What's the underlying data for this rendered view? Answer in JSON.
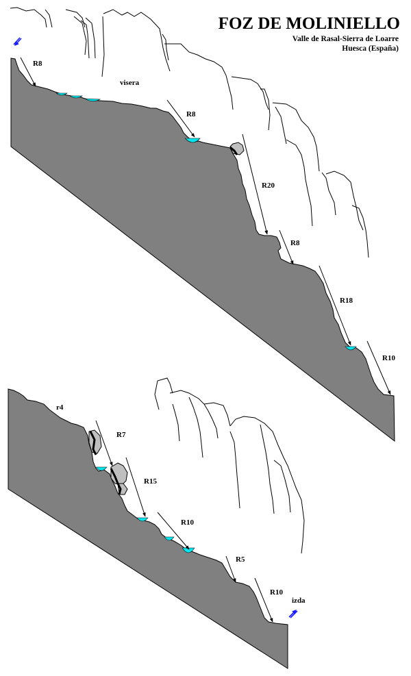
{
  "header": {
    "title": "FOZ DE MOLINIELLO",
    "subtitle_1": "Valle de Rasal-Sierra de Loarre",
    "subtitle_2": "Huesca (España)"
  },
  "labels": {
    "visera": "visera",
    "izda": "izda"
  },
  "rappels": [
    {
      "id": "r8-a",
      "label": "R8"
    },
    {
      "id": "r8-b",
      "label": "R8"
    },
    {
      "id": "r20",
      "label": "R20"
    },
    {
      "id": "r8-c",
      "label": "R8"
    },
    {
      "id": "r18",
      "label": "R18"
    },
    {
      "id": "r10-a",
      "label": "R10"
    },
    {
      "id": "r4",
      "label": "r4"
    },
    {
      "id": "r7",
      "label": "R7"
    },
    {
      "id": "r15",
      "label": "R15"
    },
    {
      "id": "r10-b",
      "label": "R10"
    },
    {
      "id": "r5",
      "label": "R5"
    },
    {
      "id": "r10-c",
      "label": "R10"
    }
  ],
  "colors": {
    "rock": "#808080",
    "water": "#00e5ee",
    "boulder": "#bfbfbf",
    "flow_arrow": "#1a1aff"
  }
}
